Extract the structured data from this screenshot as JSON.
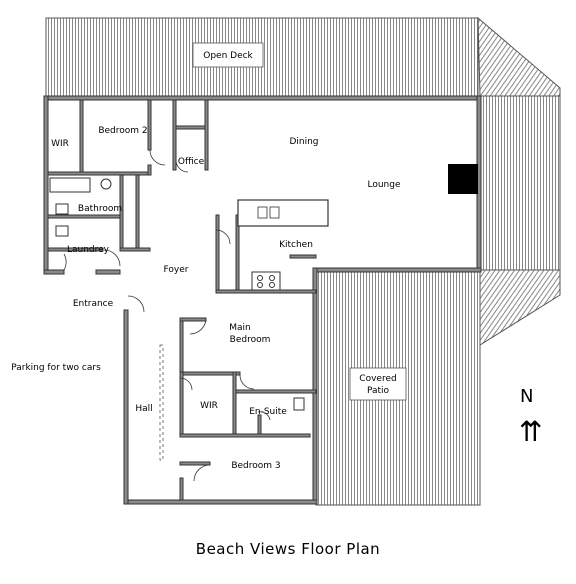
{
  "title": "Beach Views Floor Plan",
  "compass": {
    "letter": "N",
    "arrow": "⇈"
  },
  "labels": {
    "open_deck": "Open Deck",
    "wir_1": "WIR",
    "bedroom_2": "Bedroom 2",
    "office": "Office",
    "dining": "Dining",
    "lounge": "Lounge",
    "bathroom": "Bathroom",
    "laundrey": "Laundrey",
    "kitchen": "Kitchen",
    "foyer": "Foyer",
    "entrance": "Entrance",
    "main_bedroom_1": "Main",
    "main_bedroom_2": "Bedroom",
    "parking": "Parking for two cars",
    "covered_1": "Covered",
    "covered_2": "Patio",
    "hall": "Hall",
    "wir_2": "WIR",
    "en_suite": "En-Suite",
    "bedroom_3": "Bedroom 3"
  }
}
